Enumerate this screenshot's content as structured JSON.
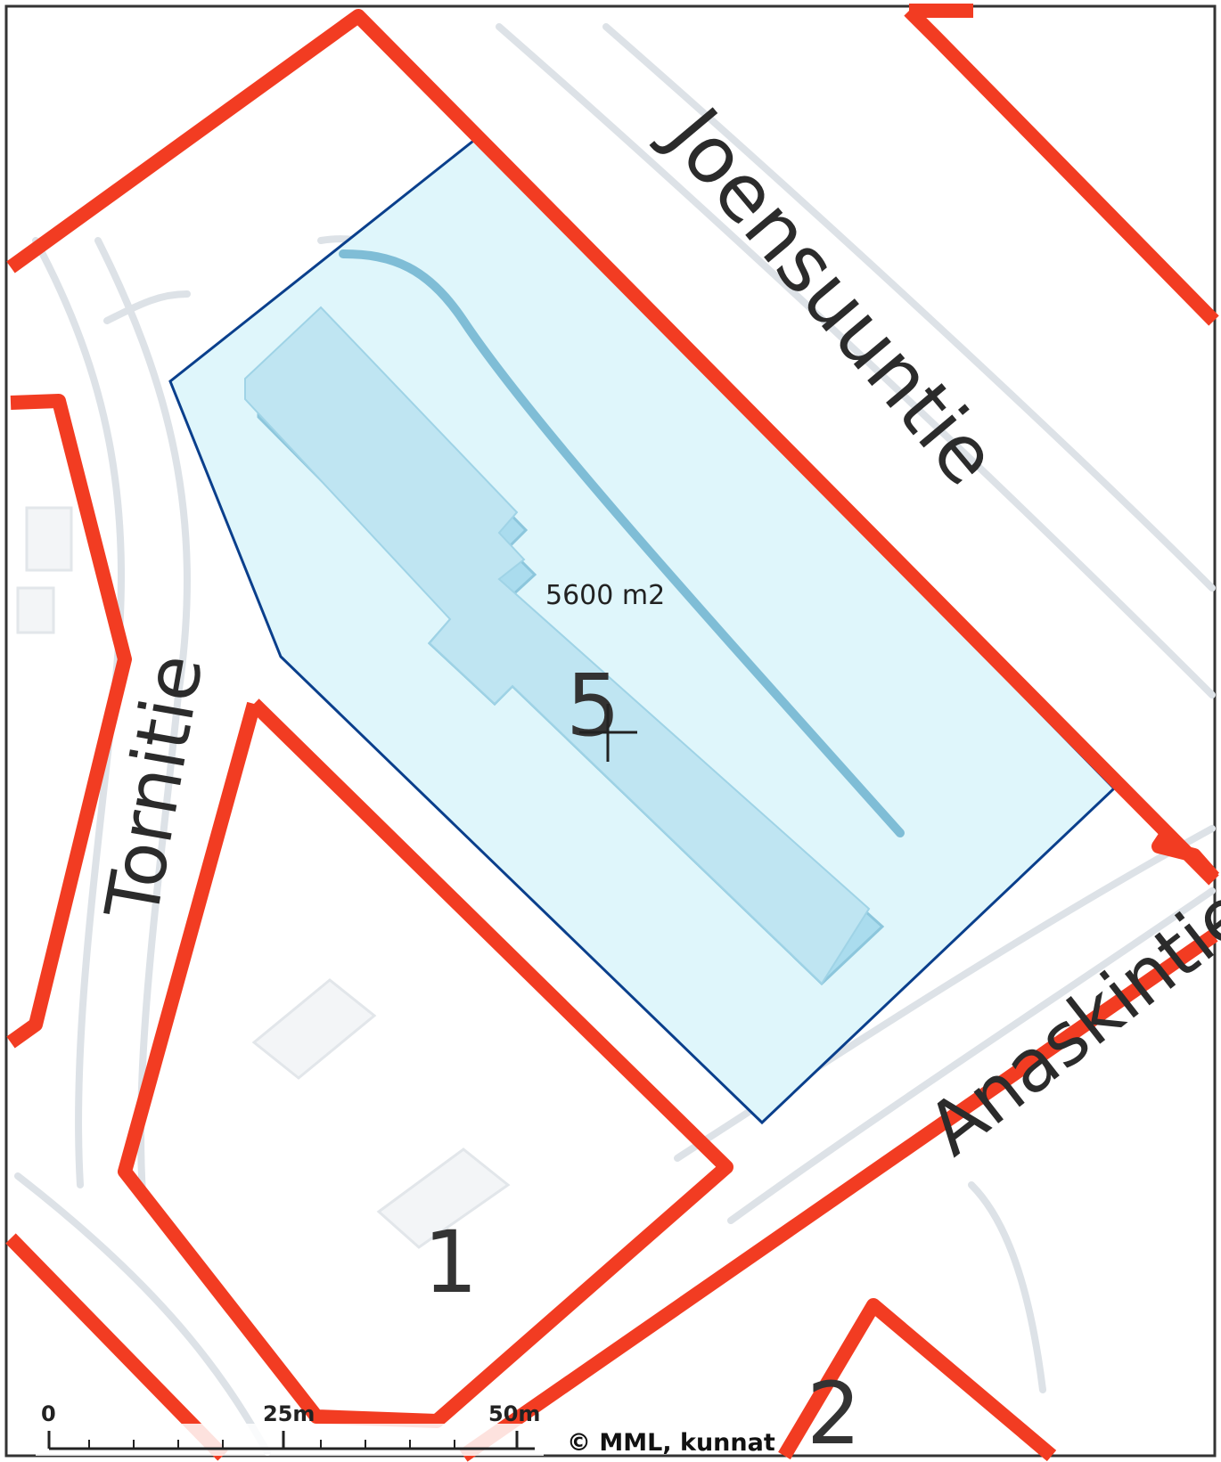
{
  "map": {
    "streets": [
      {
        "id": "joensuuntie",
        "name": "Joensuuntie"
      },
      {
        "id": "tornitie",
        "name": "Tornitie"
      },
      {
        "id": "anaskintie",
        "name": "Anaskintie"
      }
    ],
    "parcels": [
      {
        "id": "parcel-1",
        "label": "1"
      },
      {
        "id": "parcel-2",
        "label": "2"
      },
      {
        "id": "parcel-5",
        "label": "5"
      }
    ],
    "selected_area": {
      "label": "5600 m2"
    },
    "scale_bar": {
      "ticks": [
        "0",
        "25m",
        "50m"
      ]
    },
    "attribution": "© MML, kunnat",
    "colors": {
      "parcel_boundary": "#f23c22",
      "selection_outline": "#0a3f8c",
      "selection_fill": "#dff6fb",
      "building": "#9fd6ea",
      "road_casing": "#d7dde3"
    },
    "icons": [
      "crosshair-icon"
    ]
  }
}
